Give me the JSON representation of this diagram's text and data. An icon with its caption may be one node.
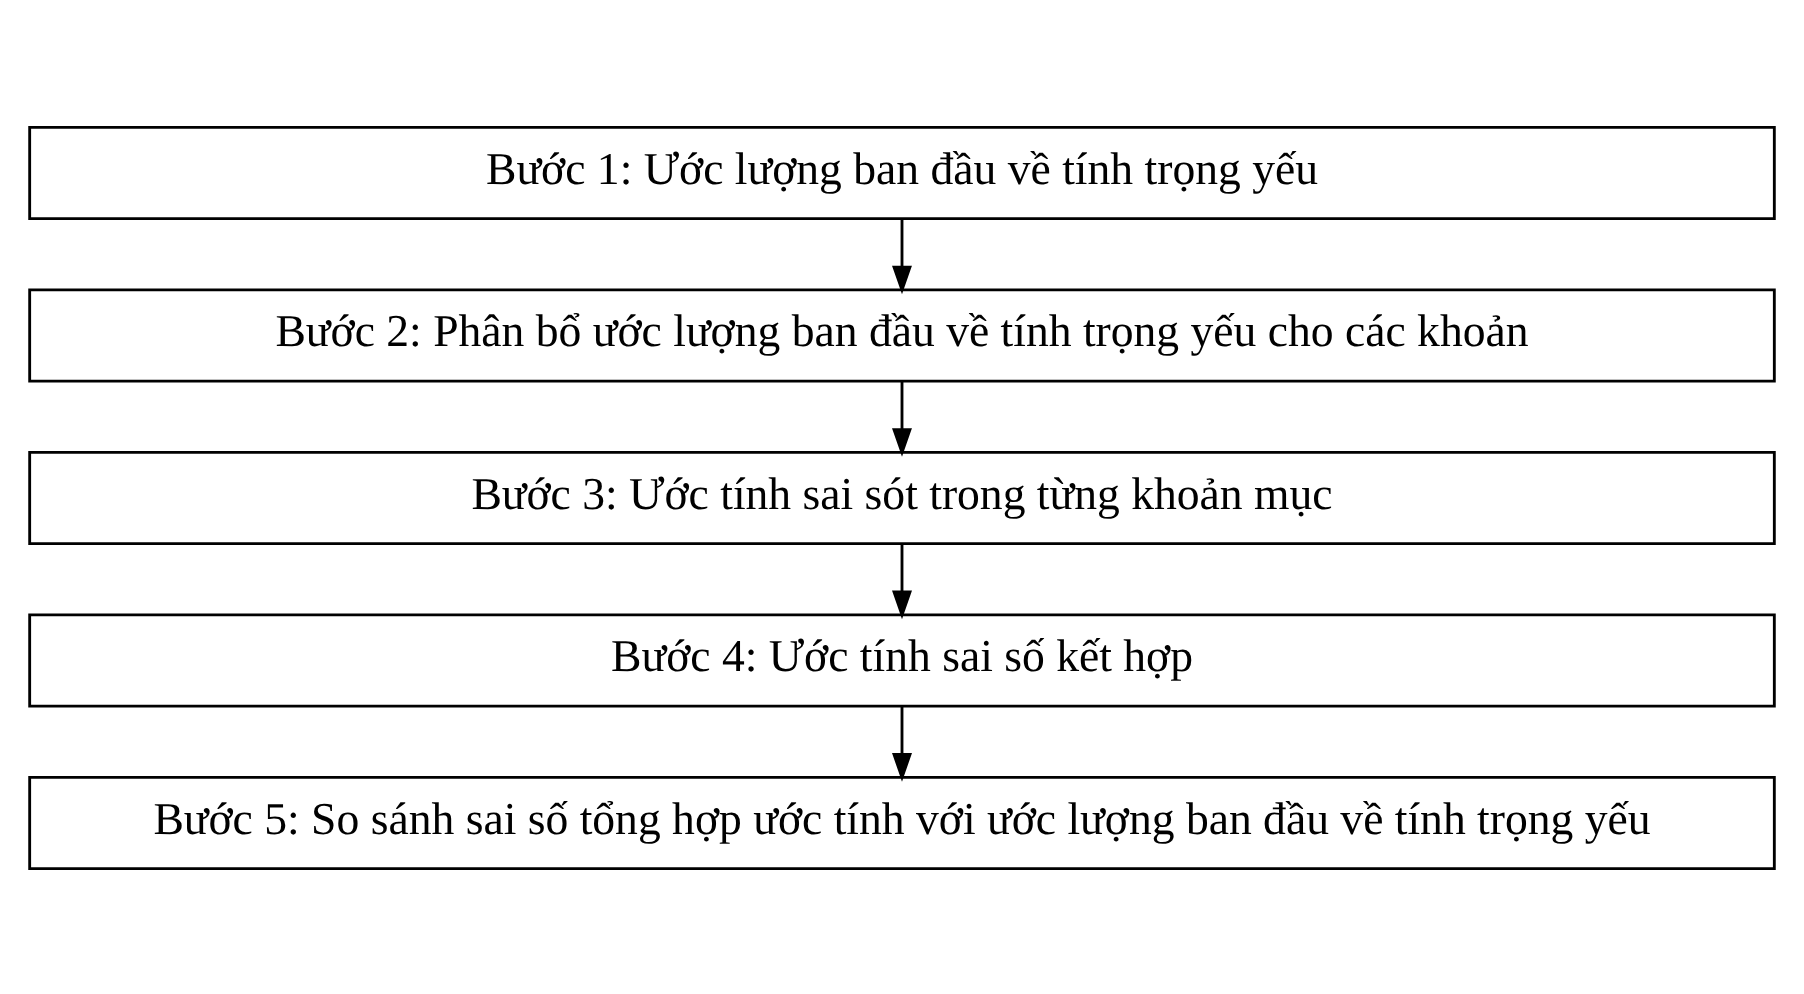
{
  "diagram": {
    "nodes": [
      {
        "text": [
          "Bước 1: Ước lượng ban đầu về tính trọng yếu"
        ]
      },
      {
        "text": [
          "Bước 2: Phân bổ ước lượng ban đầu về tính trọng yếu cho các khoản"
        ]
      },
      {
        "text": [
          "Bước 3: Ước tính sai sót trong từng khoản mục"
        ]
      },
      {
        "text": [
          "Bước 4: Ước tính sai số kết hợp"
        ]
      },
      {
        "text": [
          "Bước 5: So sánh sai số tổng hợp ước tính với ước lượng ban đầu về tính trọng yếu"
        ]
      }
    ],
    "edges": [
      {
        "from": 0,
        "to": 1,
        "arrow": "to"
      },
      {
        "from": 1,
        "to": 2,
        "arrow": "to"
      },
      {
        "from": 2,
        "to": 3,
        "arrow": "to"
      },
      {
        "from": 3,
        "to": 4,
        "arrow": "to"
      }
    ]
  }
}
